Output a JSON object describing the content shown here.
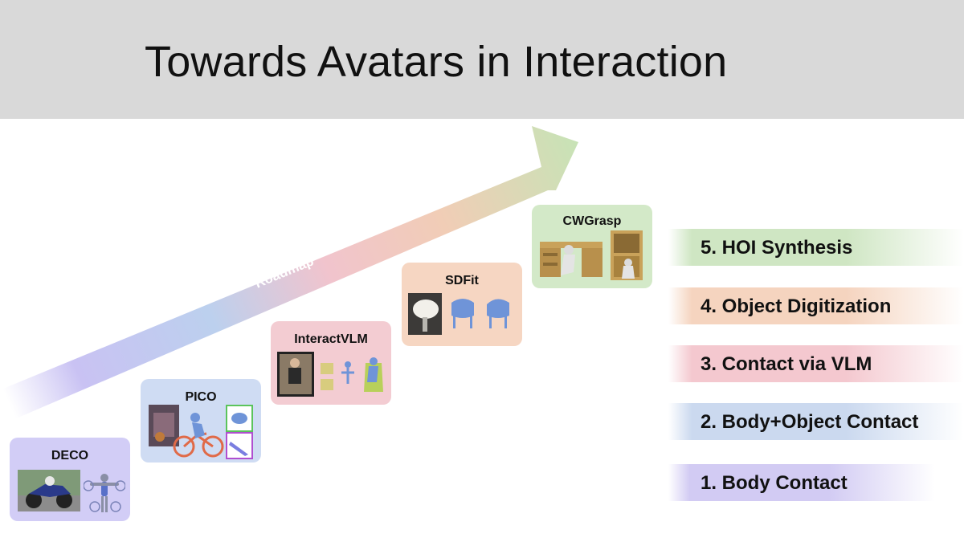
{
  "title": "Towards Avatars in Interaction",
  "roadmap_label": "Roadmap",
  "cards": [
    {
      "label": "DECO",
      "color": "#d2cdf6"
    },
    {
      "label": "PICO",
      "color": "#cfdcf3"
    },
    {
      "label": "InteractVLM",
      "color": "#f3ccd2"
    },
    {
      "label": "SDFit",
      "color": "#f6d6c2"
    },
    {
      "label": "CWGrasp",
      "color": "#d3e9c8"
    }
  ],
  "stages": [
    {
      "label": "5. HOI Synthesis",
      "color": "#cfe6c3"
    },
    {
      "label": "4. Object Digitization",
      "color": "#f5d4bf"
    },
    {
      "label": "3. Contact via VLM",
      "color": "#f4c8cf"
    },
    {
      "label": "2. Body+Object Contact",
      "color": "#cbd9ef"
    },
    {
      "label": "1. Body Contact",
      "color": "#d2cbf3"
    }
  ]
}
